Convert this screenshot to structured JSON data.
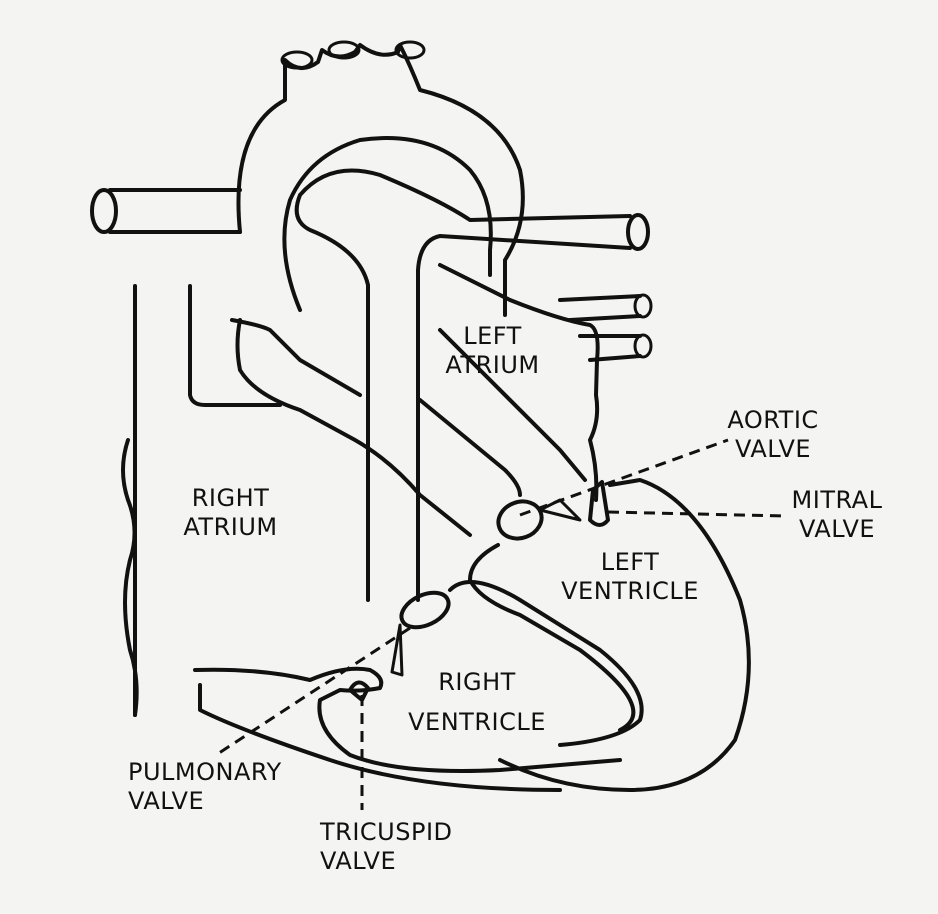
{
  "diagram": {
    "labels": {
      "left_atrium": [
        "LEFT",
        "ATRIUM"
      ],
      "right_atrium": [
        "RIGHT",
        "ATRIUM"
      ],
      "aortic_valve": [
        "AORTIC",
        "VALVE"
      ],
      "mitral_valve": [
        "MITRAL",
        "VALVE"
      ],
      "left_ventricle": [
        "LEFT",
        "VENTRICLE"
      ],
      "right_ventricle": [
        "RIGHT",
        "VENTRICLE"
      ],
      "pulmonary_valve": [
        "PULMONARY",
        "VALVE"
      ],
      "tricuspid_valve": [
        "TRICUSPID",
        "VALVE"
      ]
    }
  }
}
